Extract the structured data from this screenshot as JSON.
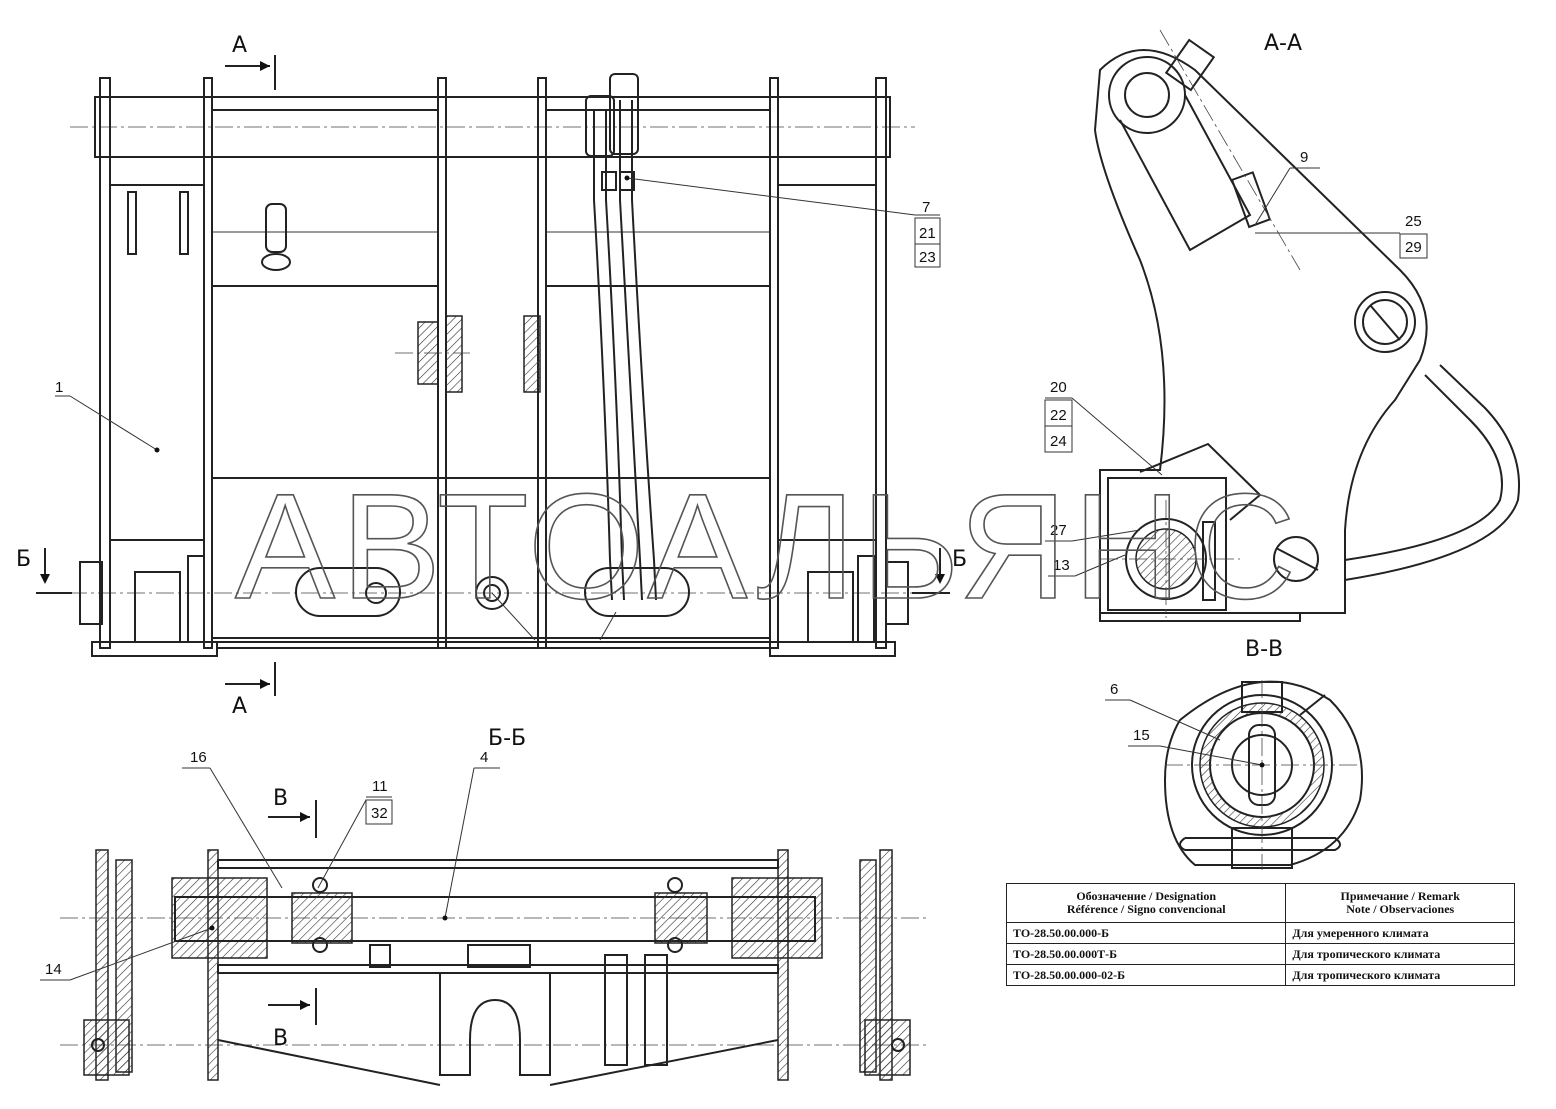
{
  "watermark": "АВТОАЛЬЯНС",
  "sections": {
    "aa": "А-А",
    "bb": "Б-Б",
    "vv": "В-В",
    "marker_a": "А",
    "marker_b": "Б",
    "marker_v": "В"
  },
  "callouts": {
    "c1": "1",
    "c4": "4",
    "c6": "6",
    "c7": "7",
    "c9": "9",
    "c11": "11",
    "c13": "13",
    "c14": "14",
    "c15": "15",
    "c16": "16",
    "c20": "20",
    "c21": "21",
    "c22": "22",
    "c23": "23",
    "c24": "24",
    "c25": "25",
    "c27": "27",
    "c29": "29",
    "c32": "32"
  },
  "spec_table": {
    "header_designation": [
      "Обозначение / Designation",
      "Référence / Signo convencional"
    ],
    "header_remark": [
      "Примечание / Remark",
      "Note / Observaciones"
    ],
    "rows": [
      {
        "designation": "ТО-28.50.00.000-Б",
        "remark": "Для умеренного климата"
      },
      {
        "designation": "ТО-28.50.00.000Т-Б",
        "remark": "Для тропического климата"
      },
      {
        "designation": "ТО-28.50.00.000-02-Б",
        "remark": "Для тропического климата"
      }
    ]
  }
}
